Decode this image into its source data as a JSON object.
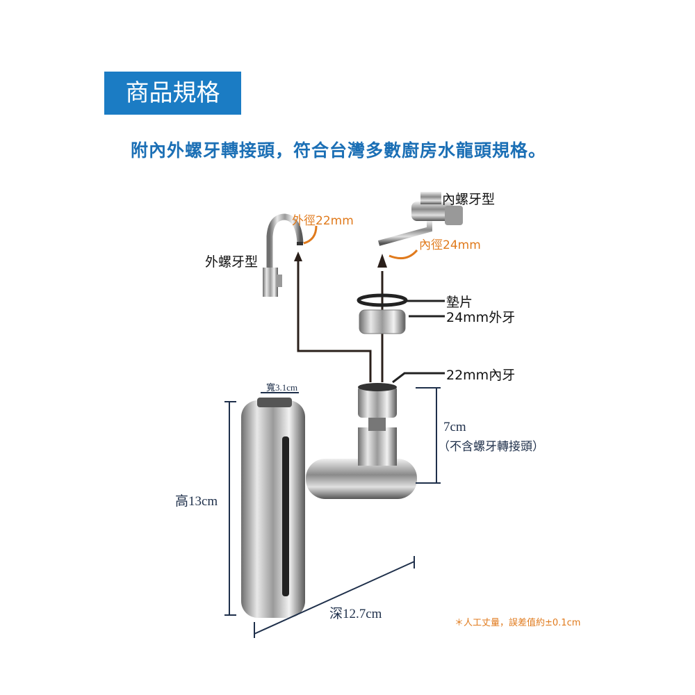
{
  "header": {
    "title": "商品規格"
  },
  "subtitle": "附內外螺牙轉接頭，符合台灣多數廚房水龍頭規格。",
  "labels": {
    "outer_thread_type": "外螺牙型",
    "inner_thread_type": "內螺牙型",
    "outer_diameter": "外徑22mm",
    "inner_diameter": "內徑24mm",
    "gasket": "墊片",
    "male_24mm": "24mm外牙",
    "female_22mm": "22mm內牙"
  },
  "dimensions": {
    "width": "寬3.1cm",
    "height": "高13cm",
    "depth": "深12.7cm",
    "spout_height": "7cm",
    "spout_note": "（不含螺牙轉接頭）"
  },
  "note": "＊人工丈量，誤差值約±0.1cm",
  "colors": {
    "accent_blue": "#1b7cc4",
    "orange": "#e07a1c",
    "dimension": "#1e2f4a"
  }
}
